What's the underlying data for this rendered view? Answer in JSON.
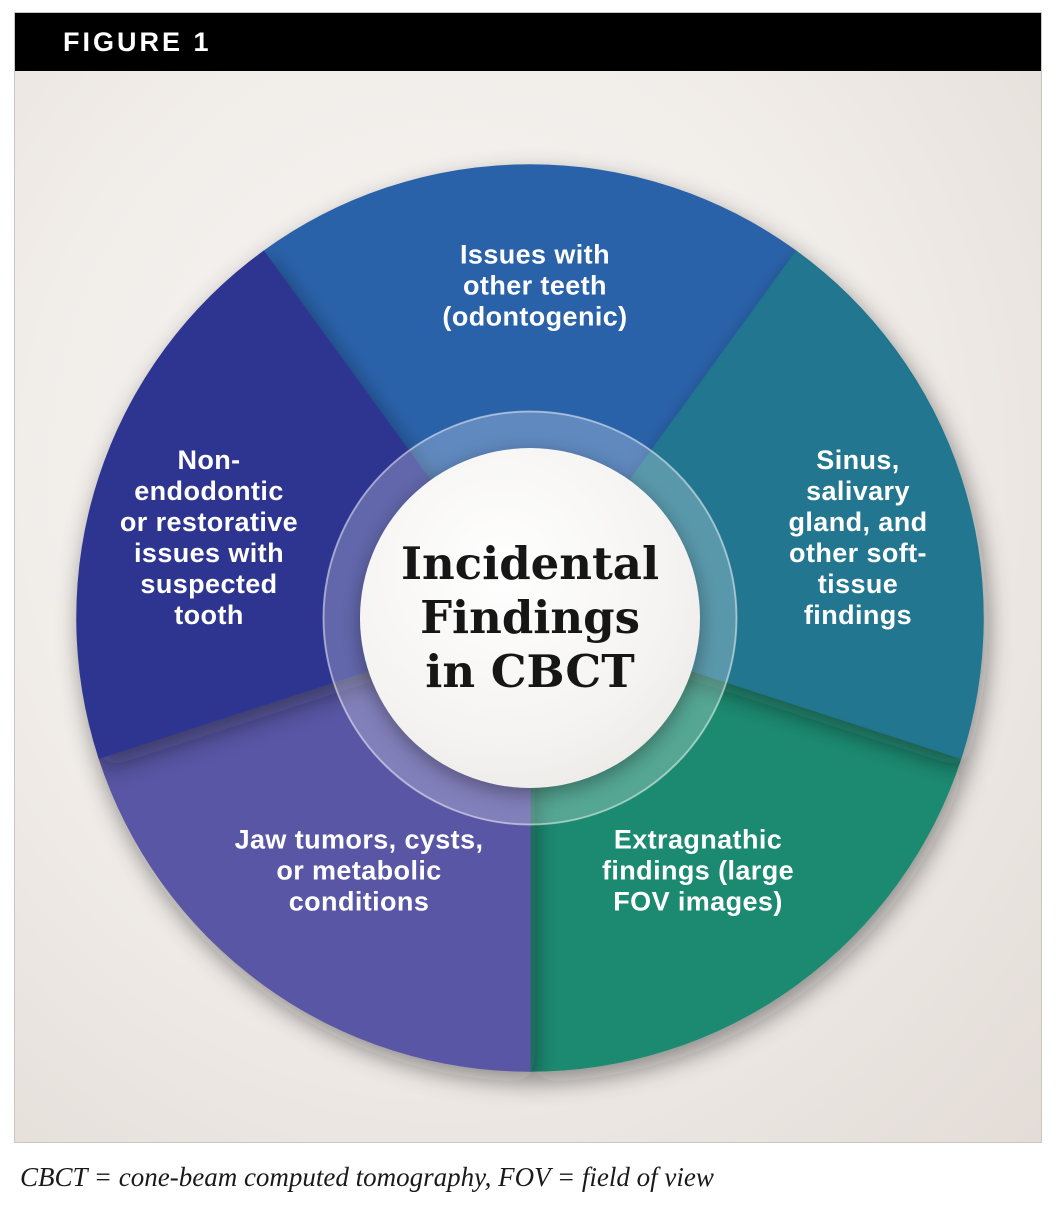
{
  "figure": {
    "label": "FIGURE 1"
  },
  "chart": {
    "type": "donut-wheel",
    "center_title": "Incidental\nFindings\nin CBCT",
    "segments": [
      {
        "id": "issues-other-teeth",
        "position": "top",
        "color": "#2b62aa",
        "label": "Issues with\nother teeth\n(odontogenic)"
      },
      {
        "id": "sinus-soft-tissue",
        "position": "right",
        "color": "#20768f",
        "label": "Sinus,\nsalivary\ngland, and\nother soft-\ntissue\nfindings"
      },
      {
        "id": "extragnathic",
        "position": "bottom-right",
        "color": "#1f8a71",
        "label": "Extragnathic\nfindings (large\nFOV images)"
      },
      {
        "id": "jaw-tumors",
        "position": "bottom-left",
        "color": "#5957a5",
        "label": "Jaw tumors, cysts,\nor metabolic\nconditions"
      },
      {
        "id": "non-endodontic",
        "position": "left",
        "color": "#2f3590",
        "label": "Non-\nendodontic\nor restorative\nissues with\nsuspected\ntooth"
      }
    ]
  },
  "caption": {
    "text": "CBCT = cone-beam computed tomography, FOV = field of view"
  },
  "colors": {
    "header_bg": "#000000",
    "header_text": "#ffffff",
    "panel_bg": "#efeae6",
    "label_text": "#ffffff",
    "center_text": "#161616"
  }
}
